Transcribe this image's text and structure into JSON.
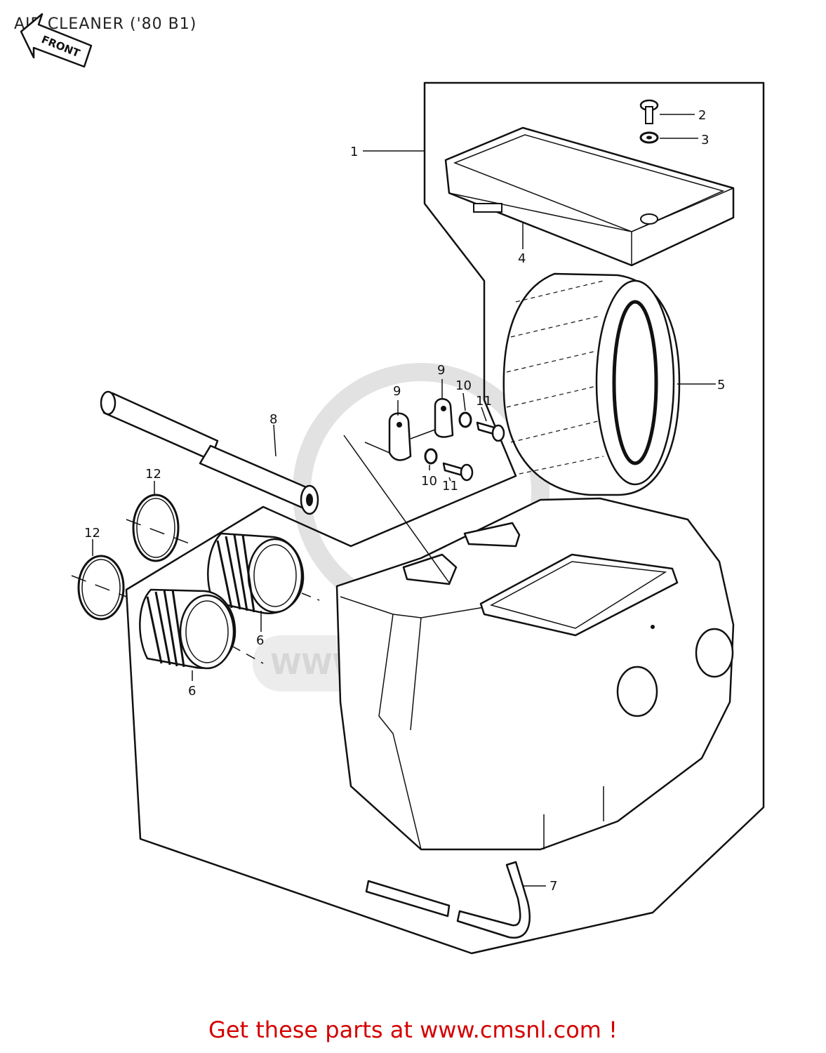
{
  "title": "AIR CLEANER ('80 B1)",
  "front_arrow_label": "FRONT",
  "watermark": "WWW.CMSNL.COM",
  "footer": "Get these parts at www.cmsnl.com !",
  "colors": {
    "footer": "#d40000",
    "watermark": "#d6d6d6",
    "lines": "#111111"
  },
  "callouts": {
    "c1": "1",
    "c2": "2",
    "c3": "3",
    "c4": "4",
    "c5": "5",
    "c6a": "6",
    "c6b": "6",
    "c7": "7",
    "c8": "8",
    "c9a": "9",
    "c9b": "9",
    "c10a": "10",
    "c10b": "10",
    "c11a": "11",
    "c11b": "11",
    "c12a": "12",
    "c12b": "12"
  }
}
